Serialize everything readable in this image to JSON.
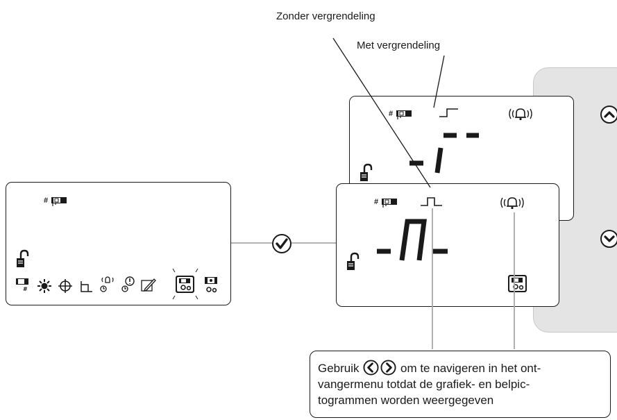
{
  "labels": {
    "without_lock": "Zonder vergrendeling",
    "with_lock": "Met vergrendeling"
  },
  "callout": {
    "before": "Gebruik",
    "after": "om te navigeren in het ont-",
    "line2": "vangermenu totdat de grafiek- en belpic-",
    "line3": "togrammen worden weergegeven"
  },
  "lcd_left": {
    "channel_marker": "#",
    "icons": [
      "receiver-icon",
      "brightness-icon",
      "crosshair-icon",
      "bracket-icon",
      "bell-timer-icon",
      "timer-icon",
      "edit-icon",
      "receiver-settings-icon",
      "camera-settings-icon"
    ]
  },
  "lcd_top": {
    "channel_marker": "#",
    "segment_display": "-r-",
    "pulse": "step"
  },
  "lcd_bottom": {
    "channel_marker": "#",
    "segment_display": "-n-",
    "pulse": "pulse"
  },
  "icons": {
    "confirm": "check-circle-icon",
    "up": "chevron-up-icon",
    "down": "chevron-down-icon",
    "prev": "chevron-left-circle-icon",
    "next": "chevron-right-circle-icon",
    "lock": "unlocked-padlock-icon",
    "bell": "bell-icon"
  },
  "colors": {
    "ink": "#1a1a1a",
    "pane": "#e4e4e4",
    "leader": "#a8a8a8"
  }
}
